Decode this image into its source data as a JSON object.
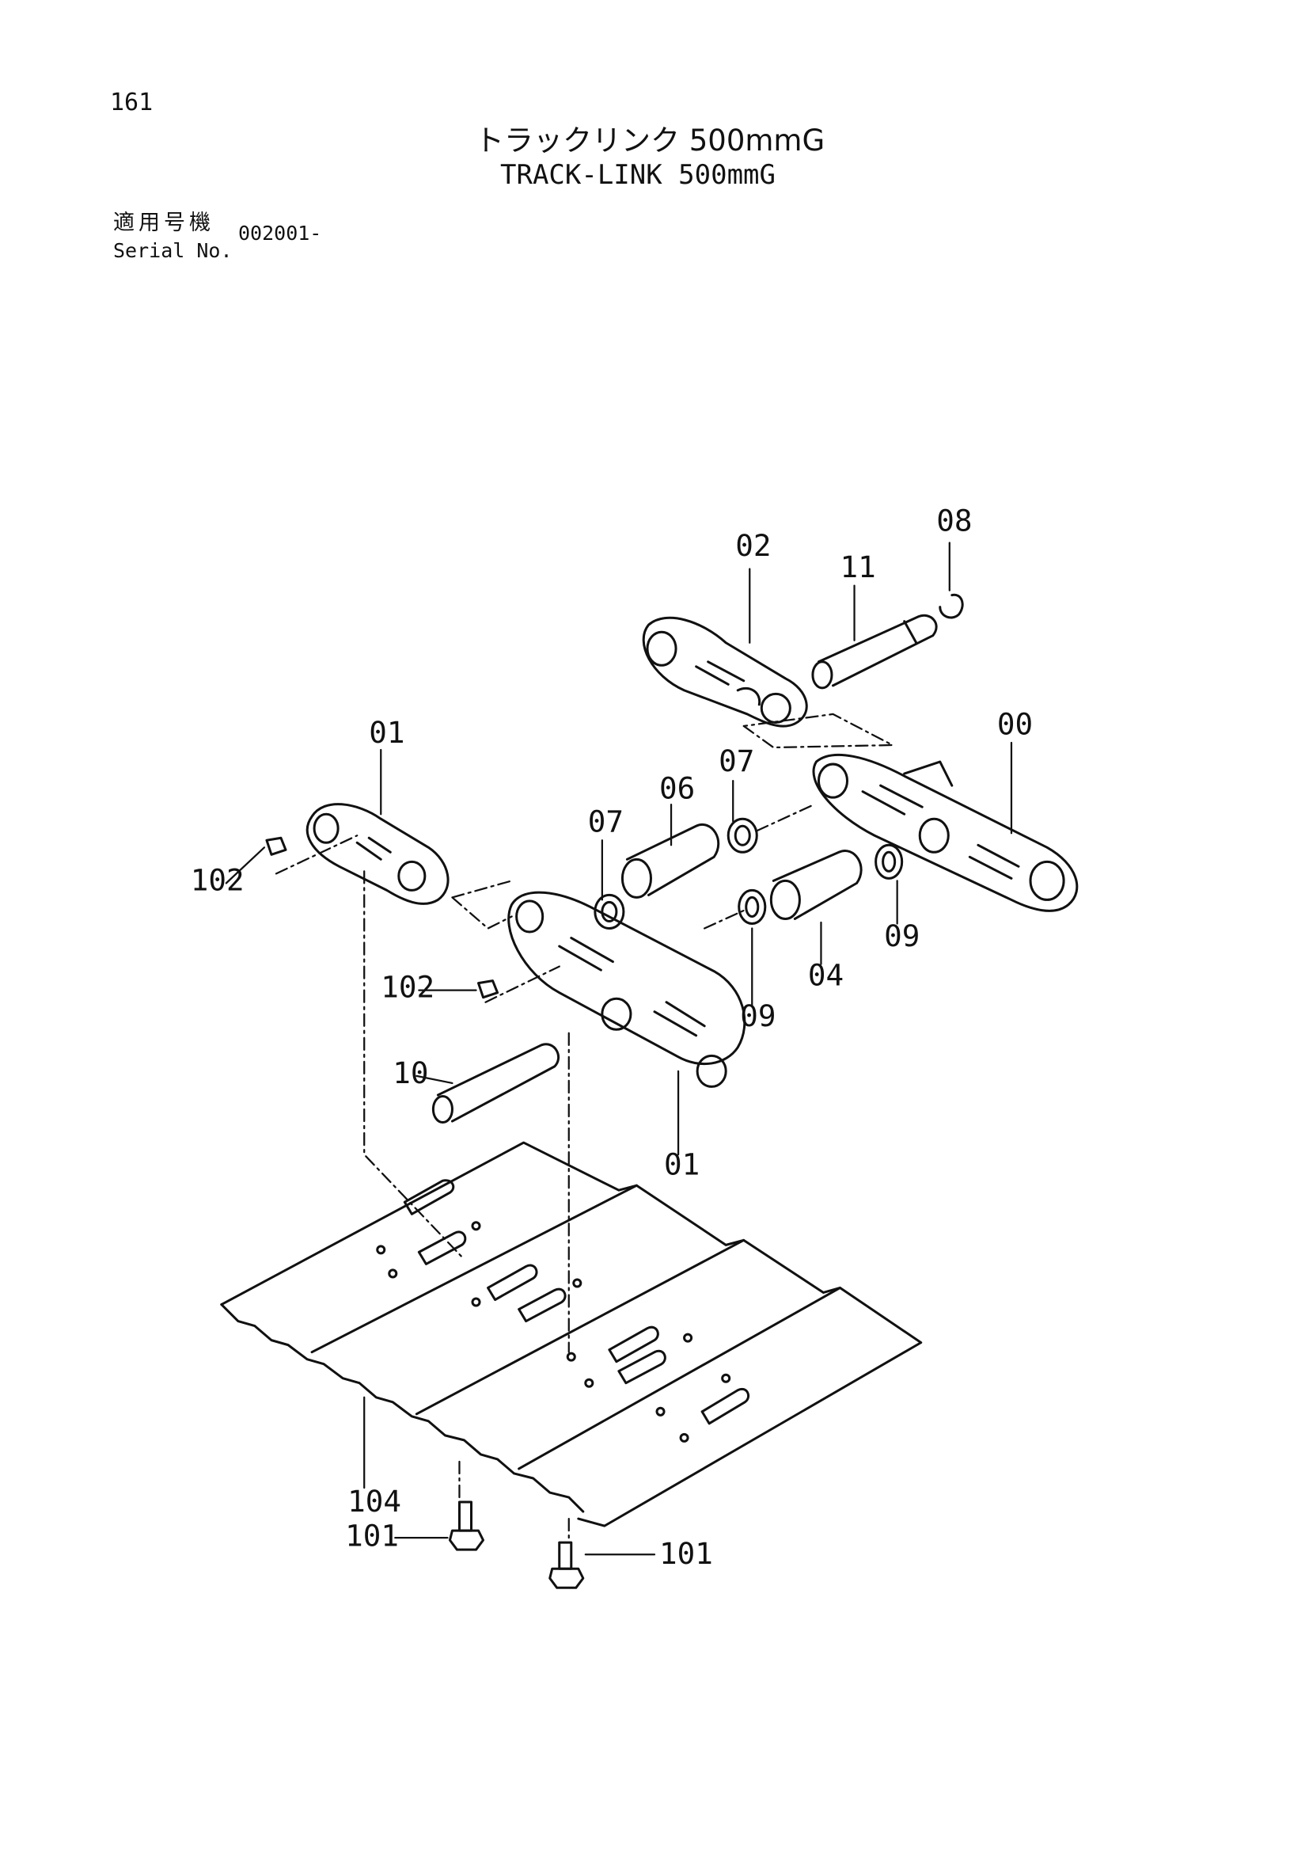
{
  "page_number": "161",
  "title_ja": "トラックリンク 500mmG",
  "title_en": "TRACK-LINK 500mmG",
  "serial": {
    "label_ja": "適用号機",
    "label_en": "Serial No.",
    "value": "002001-"
  },
  "callouts": {
    "c00": "00",
    "c01_top": "01",
    "c01_bottom": "01",
    "c02": "02",
    "c04": "04",
    "c06": "06",
    "c07_a": "07",
    "c07_b": "07",
    "c08": "08",
    "c09_a": "09",
    "c09_b": "09",
    "c10": "10",
    "c11": "11",
    "c101_a": "101",
    "c101_b": "101",
    "c102_a": "102",
    "c102_b": "102",
    "c104": "104"
  }
}
